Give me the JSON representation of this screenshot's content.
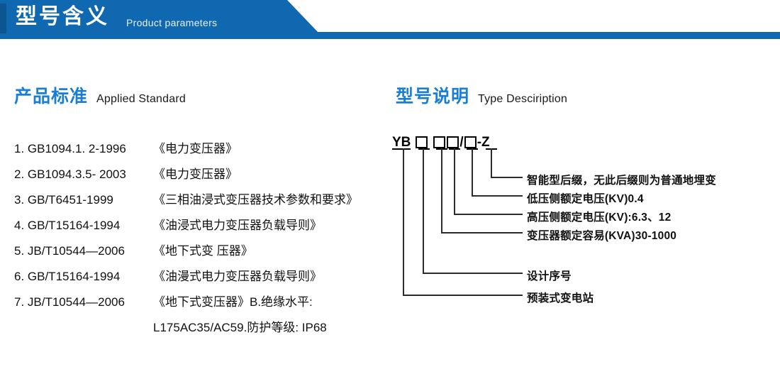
{
  "banner": {
    "title_cn": "型号含义",
    "title_en": "Product parameters",
    "color": "#1068b0",
    "accent_color": "#0b5690"
  },
  "sections": {
    "standard": {
      "title_cn": "产品标准",
      "title_en": "Applied Standard",
      "items": [
        {
          "code": "1. GB1094.1. 2-1996",
          "name": "《电力变压器》"
        },
        {
          "code": "2. GB1094.3.5- 2003",
          "name": "《电力变压器》"
        },
        {
          "code": "3. GB/T6451-1999",
          "name": "《三相油浸式变压器技术参数和要求》"
        },
        {
          "code": "4. GB/T15164-1994",
          "name": "《油浸式电力变压器负载导则》"
        },
        {
          "code": "5. JB/T10544—2006",
          "name": "《地下式变 压器》"
        },
        {
          "code": "6. GB/T15164-1994",
          "name": "《油漫式电力变压器负载导则》"
        },
        {
          "code": "7. JB/T10544—2006",
          "name": "《地下式变压器》B.绝缘水平:"
        }
      ],
      "continuation": "L175AC35/AC59.防护等级: IP68"
    },
    "type": {
      "title_cn": "型号说明",
      "title_en": "Type Desciription",
      "code": {
        "prefix": "YB",
        "slash": "/",
        "dash": "-",
        "suffix": "Z",
        "box_glyph": "□"
      },
      "annotations": [
        "智能型后缀，无此后缀则为普通地埋变",
        "低压侧额定电压(KV)0.4",
        "高压侧额定电压(KV):6.3、12",
        "变压器额定容易(KVA)30-1000",
        "设计序号",
        "预装式变电站"
      ]
    }
  }
}
